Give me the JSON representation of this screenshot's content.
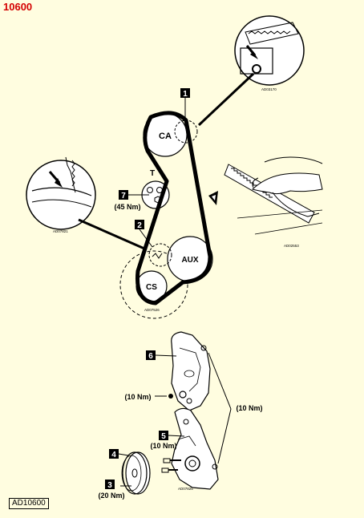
{
  "header": {
    "ref_number": "10600"
  },
  "footer": {
    "ref_code": "AD10600"
  },
  "labels": {
    "camshaft": "CA",
    "tensioner": "T",
    "auxiliary": "AUX",
    "crankshaft": "CS",
    "callout_1": "1",
    "callout_2": "2",
    "callout_3": "3",
    "callout_4": "4",
    "callout_5": "5",
    "callout_6": "6",
    "callout_7": "7"
  },
  "torques": {
    "tensioner": "(45 Nm)",
    "cover_upper_left": "(10 Nm)",
    "cover_mid": "(10 Nm)",
    "cover_right": "(10 Nm)",
    "pulley": "(20 Nm)"
  },
  "figure_codes": {
    "camshaft_detail": "AD03170",
    "crank_detail": "AD07821",
    "belt_detail": "AD02553",
    "belt_layout": "AD07526",
    "covers": "AD07825"
  },
  "colors": {
    "header": "#d40000",
    "background": "#fffde0",
    "ink": "#000000"
  }
}
